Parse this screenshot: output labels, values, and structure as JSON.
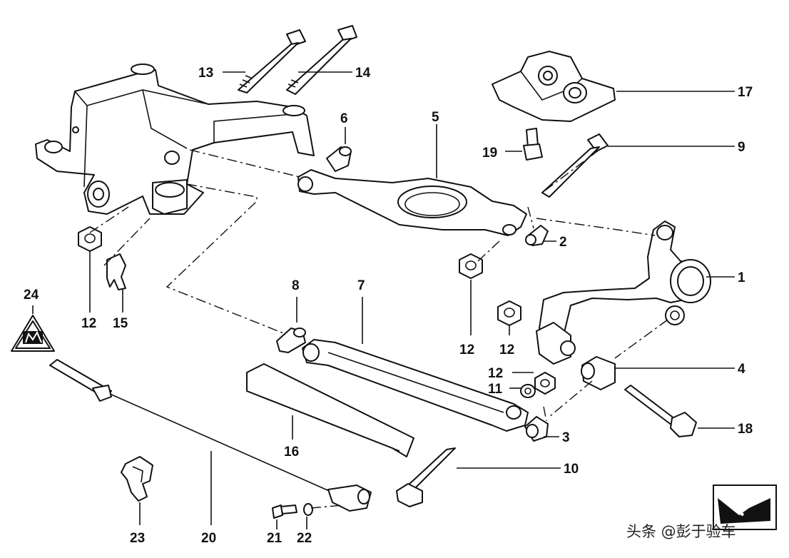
{
  "diagram": {
    "labels": {
      "p1": "1",
      "p2": "2",
      "p3": "3",
      "p4": "4",
      "p5": "5",
      "p6": "6",
      "p7": "7",
      "p8": "8",
      "p9": "9",
      "p10": "10",
      "p11": "11",
      "p12a": "12",
      "p12b": "12",
      "p12c": "12",
      "p12d": "12",
      "p13": "13",
      "p14": "14",
      "p15": "15",
      "p16": "16",
      "p17": "17",
      "p18": "18",
      "p19": "19",
      "p20": "20",
      "p21": "21",
      "p22": "22",
      "p23": "23",
      "p24": "24"
    }
  },
  "watermark": {
    "text": "头条 @彭于验车"
  },
  "icons": {
    "warning_sign": "warning-triangle-icon",
    "arrow_plate": "vehicle-direction-icon"
  }
}
